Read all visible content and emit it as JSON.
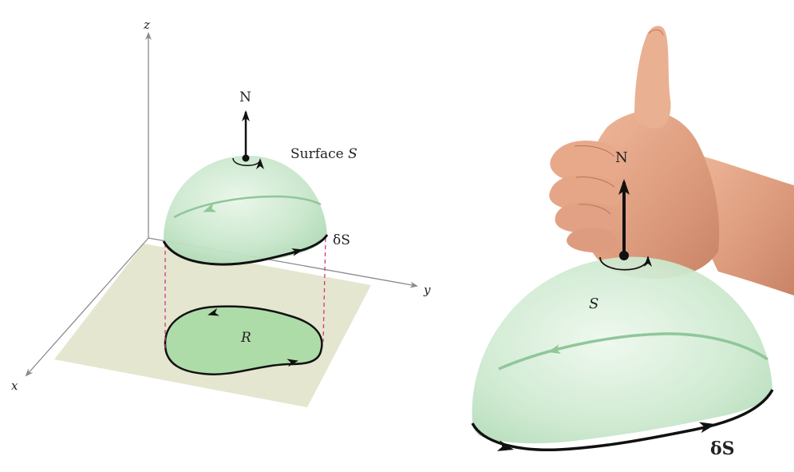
{
  "left_figure": {
    "axis_z": "z",
    "axis_y": "y",
    "axis_x": "x",
    "normal_label": "N",
    "surface_label_prefix": "Surface ",
    "surface_label_var": "S",
    "boundary_label": "δS",
    "region_label": "R"
  },
  "right_figure": {
    "normal_label": "N",
    "surface_label": "S",
    "boundary_label": "δS"
  },
  "colors": {
    "dome_fill": "#cfe9cf",
    "dome_edge": "#8fc79a",
    "plane_fill": "#e4e6cf",
    "region_fill": "#a9dca4",
    "axis": "#8a8a8a",
    "dashed": "#d8338a",
    "skin": "#e0a082"
  }
}
